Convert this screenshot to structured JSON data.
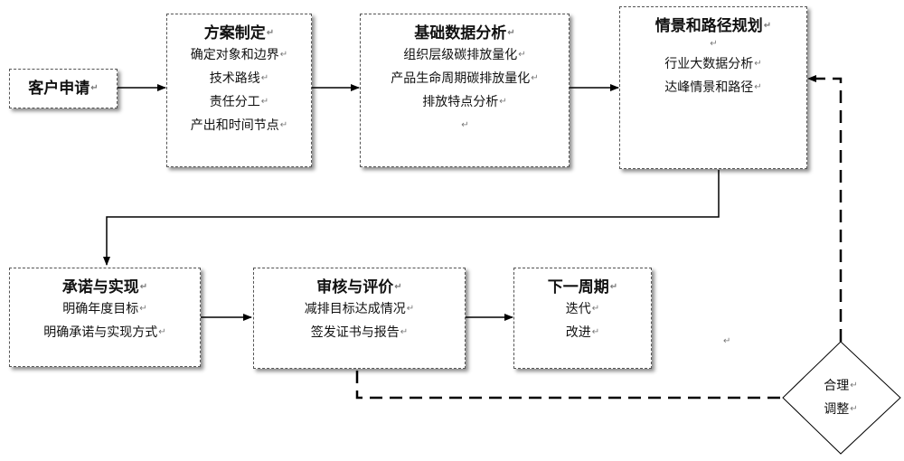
{
  "boxes": {
    "apply": {
      "title": "客户申请"
    },
    "plan": {
      "title": "方案制定",
      "lines": [
        "确定对象和边界",
        "技术路线",
        "责任分工",
        "产出和时间节点"
      ]
    },
    "basic": {
      "title": "基础数据分析",
      "lines": [
        "组织层级碳排放量化",
        "产品生命周期碳排放量化",
        "排放特点分析"
      ]
    },
    "scenario": {
      "title": "情景和路径规划",
      "lines": [
        "行业大数据分析",
        "达峰情景和路径"
      ]
    },
    "commit": {
      "title": "承诺与实现",
      "lines": [
        "明确年度目标",
        "明确承诺与实现方式"
      ]
    },
    "review": {
      "title": "审核与评价",
      "lines": [
        "减排目标达成情况",
        "签发证书与报告"
      ]
    },
    "next": {
      "title": "下一周期",
      "lines": [
        "迭代",
        "改进"
      ]
    }
  },
  "diamond": {
    "lines": [
      "合理",
      "调整"
    ]
  },
  "para_mark": "↵"
}
